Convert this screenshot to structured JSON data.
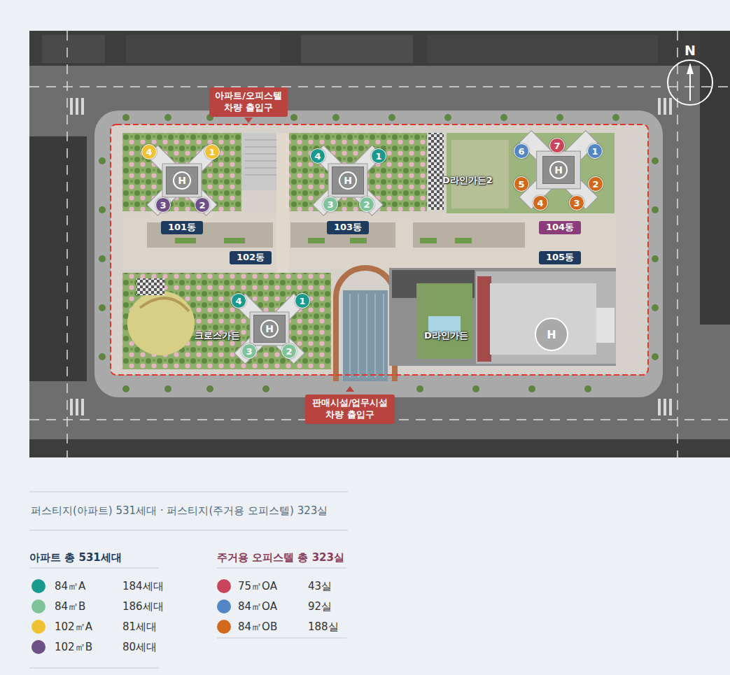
{
  "diagram": {
    "title": "퍼스티지(아파트) 531세대 · 퍼스티지(주거용 오피스텔) 323실",
    "nodes": [
      {
        "text": [
          "아파트/오피스텔 차량 출입구"
        ]
      },
      {
        "text": [
          "판매시설/업무시설 차량 출입구"
        ]
      },
      {
        "text": [
          "H"
        ]
      },
      {
        "text": [
          "4"
        ]
      },
      {
        "text": [
          "1"
        ]
      },
      {
        "text": [
          "3"
        ]
      },
      {
        "text": [
          "2"
        ]
      },
      {
        "text": [
          "H"
        ]
      },
      {
        "text": [
          "4"
        ]
      },
      {
        "text": [
          "1"
        ]
      },
      {
        "text": [
          "3"
        ]
      },
      {
        "text": [
          "2"
        ]
      },
      {
        "text": [
          "H"
        ]
      },
      {
        "text": [
          "6"
        ]
      },
      {
        "text": [
          "7"
        ]
      },
      {
        "text": [
          "1"
        ]
      },
      {
        "text": [
          "5"
        ]
      },
      {
        "text": [
          "2"
        ]
      },
      {
        "text": [
          "4"
        ]
      },
      {
        "text": [
          "3"
        ]
      },
      {
        "text": [
          "101동"
        ]
      },
      {
        "text": [
          "103동"
        ]
      },
      {
        "text": [
          "104동"
        ]
      },
      {
        "text": [
          "102동"
        ]
      },
      {
        "text": [
          "105동"
        ]
      },
      {
        "text": [
          "4"
        ]
      },
      {
        "text": [
          "1"
        ]
      },
      {
        "text": [
          "H"
        ]
      },
      {
        "text": [
          "3"
        ]
      },
      {
        "text": [
          "2"
        ]
      },
      {
        "text": [
          "H"
        ]
      }
    ],
    "labels": [
      "N",
      "D라인가든2",
      "크로스가든",
      "D라인가든",
      "아파트 총 531세대",
      "184세대",
      "186세대",
      "81세대",
      "80세대",
      "주거용 오피스텔 총 323실",
      "43실",
      "92실",
      "188실"
    ],
    "legend": [
      {
        "text": "84㎡A",
        "color": "#1a9a8c"
      },
      {
        "text": "84㎡B",
        "color": "#7fc39b"
      },
      {
        "text": "102㎡A",
        "color": "#f0c232"
      },
      {
        "text": "102㎡B",
        "color": "#6e5089"
      },
      {
        "text": "75㎡OA",
        "color": "#c8455c"
      },
      {
        "text": "84㎡OA",
        "color": "#5286c4"
      },
      {
        "text": "84㎡OB",
        "color": "#d2681b"
      }
    ]
  }
}
